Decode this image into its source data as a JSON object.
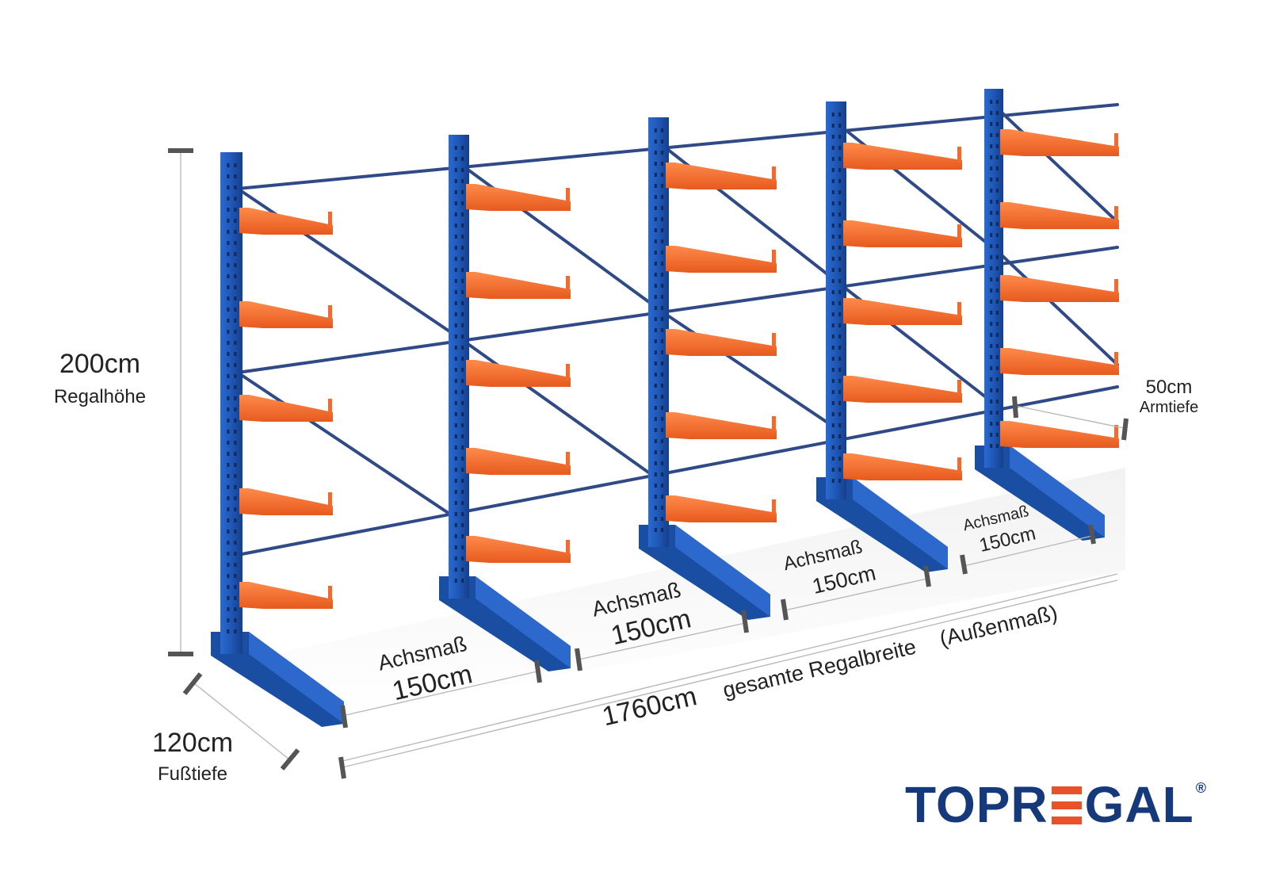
{
  "dimensions": {
    "height": {
      "value": "200cm",
      "label": "Regalhöhe"
    },
    "foot_depth": {
      "value": "120cm",
      "label": "Fußtiefe"
    },
    "arm_depth": {
      "value": "50cm",
      "label": "Armtiefe"
    },
    "bays": [
      {
        "label": "Achsmaß",
        "value": "150cm"
      },
      {
        "label": "Achsmaß",
        "value": "150cm"
      },
      {
        "label": "Achsmaß",
        "value": "150cm"
      },
      {
        "label": "Achsmaß",
        "value": "150cm"
      }
    ],
    "total_width": {
      "value": "1760cm",
      "label": "gesamte Regalbreite",
      "qualifier": "(Außenmaß)"
    }
  },
  "brand": {
    "name_left": "TOPR",
    "name_right": "GAL",
    "registered": "®"
  },
  "colors": {
    "column": "#1f57b5",
    "arm": "#f26a2c",
    "brace": "#2f4a86",
    "brand": "#15397a",
    "brand_accent": "#e8512a"
  }
}
